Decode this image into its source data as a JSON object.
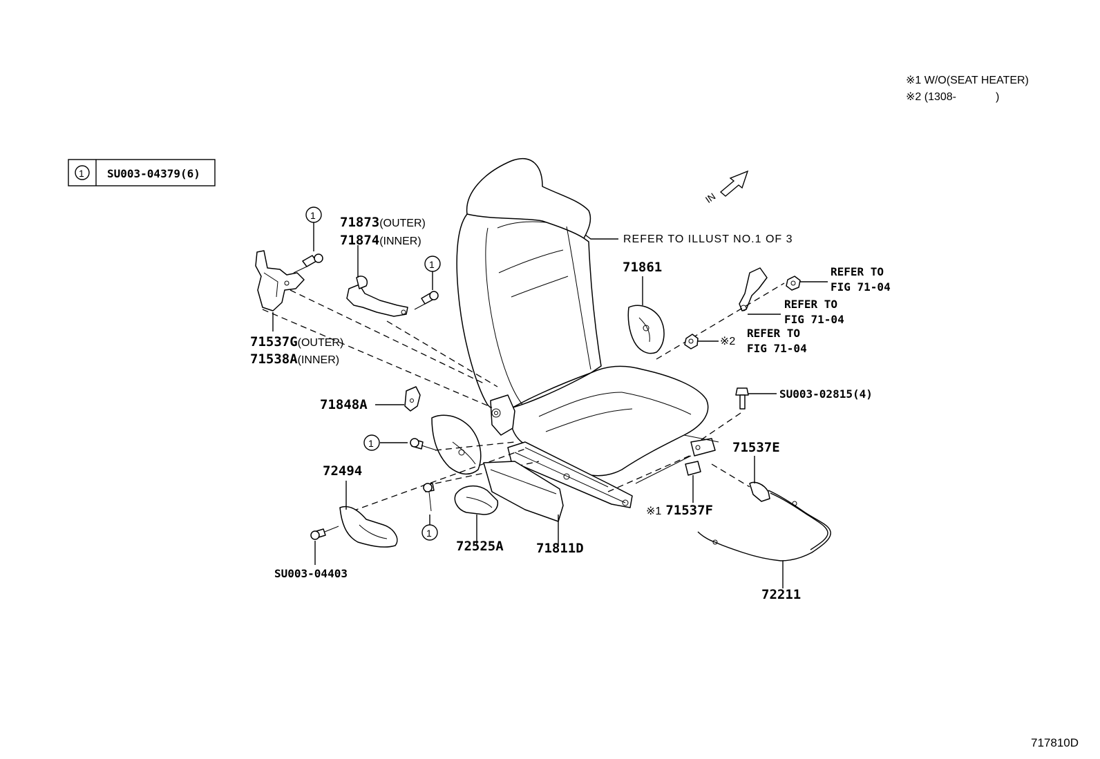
{
  "notes": {
    "note1": "※1 W/O(SEAT HEATER)",
    "note2": "※2 (1308-",
    "note2_close": ")"
  },
  "legend": {
    "symbol": "1",
    "part": "SU003-04379(6)"
  },
  "direction": "IN",
  "seat_ref": "REFER TO ILLUST NO.1 OF 3",
  "callout_symbol": "1",
  "labels": {
    "p71873_num": "71873",
    "p71873_suffix": "(OUTER)",
    "p71874_num": "71874",
    "p71874_suffix": "(INNER)",
    "p71537g_num": "71537G",
    "p71537g_suffix": "(OUTER)",
    "p71538a_num": "71538A",
    "p71538a_suffix": "(INNER)",
    "p71861": "71861",
    "p71848a": "71848A",
    "p72494": "72494",
    "su003_04403": "SU003-04403",
    "p72525a": "72525A",
    "p71811d": "71811D",
    "p71537e": "71537E",
    "p71537f_mark": "※1",
    "p71537f": "71537F",
    "p72211": "72211",
    "su003_02815": "SU003-02815(4)",
    "refer1_a": "REFER TO",
    "refer1_b": "FIG 71-04",
    "refer2_a": "REFER TO",
    "refer2_b": "FIG 71-04",
    "refer3_mark": "※2",
    "refer3_a": "REFER TO",
    "refer3_b": "FIG 71-04"
  },
  "footer": {
    "diagram_id": "717810D"
  }
}
